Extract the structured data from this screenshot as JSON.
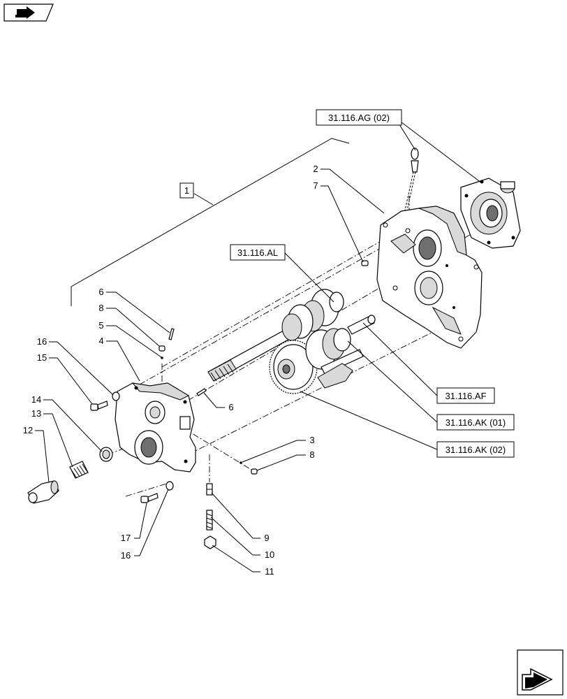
{
  "nav_icons": {
    "top_left": "book-arrow-icon",
    "bottom_right": "next-page-arrow-icon"
  },
  "references": {
    "r_ag": "31.116.AG (02)",
    "r_al": "31.116.AL",
    "r_af": "31.116.AF",
    "r_ak1": "31.116.AK (01)",
    "r_ak2": "31.116.AK (02)"
  },
  "group_label": "1",
  "callouts": {
    "c2": "2",
    "c3": "3",
    "c4": "4",
    "c5": "5",
    "c6a": "6",
    "c6b": "6",
    "c7": "7",
    "c8a": "8",
    "c8b": "8",
    "c9": "9",
    "c10": "10",
    "c11": "11",
    "c12": "12",
    "c13": "13",
    "c14": "14",
    "c15": "15",
    "c16a": "16",
    "c16b": "16",
    "c17": "17"
  }
}
